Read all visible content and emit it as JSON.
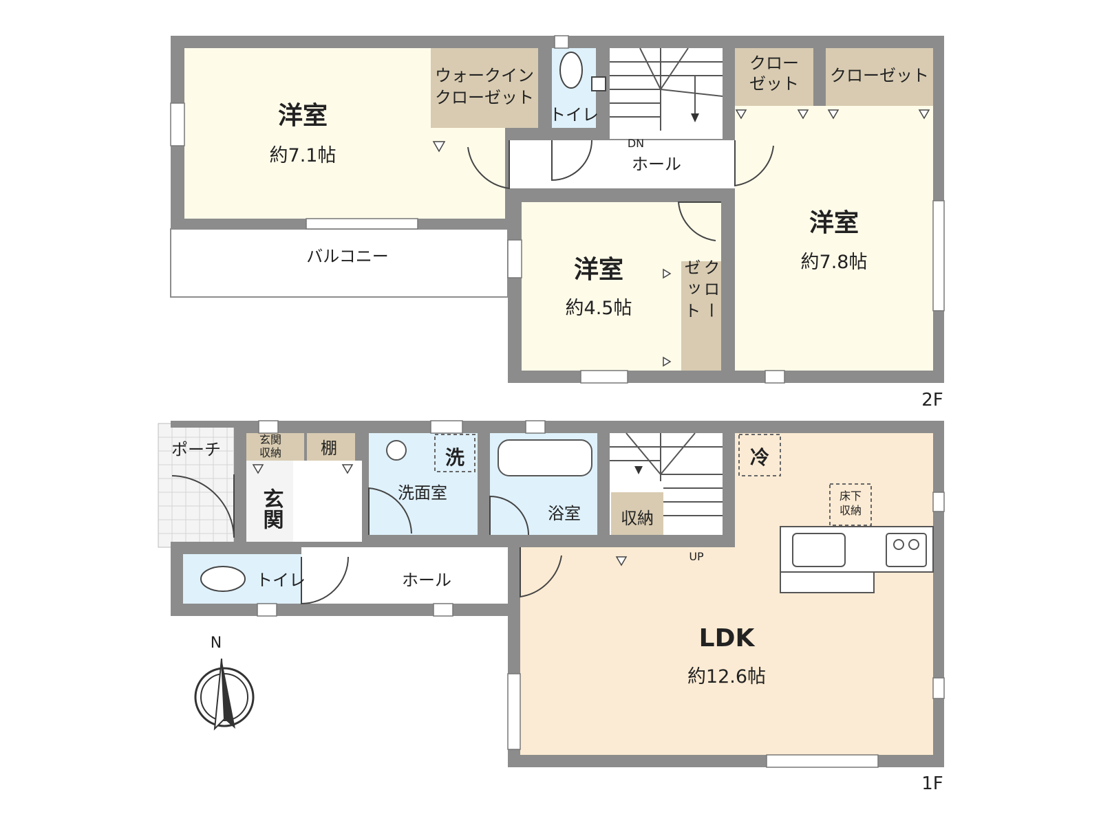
{
  "floors": {
    "upper": {
      "floor_label": "2F",
      "room_west": {
        "name": "洋室",
        "area": "約7.1帖"
      },
      "walk_in_closet": {
        "line1": "ウォークイン",
        "line2": "クローゼット"
      },
      "toilet": "トイレ",
      "stairs_label": "DN",
      "hall": "ホール",
      "closet_a": {
        "line1": "クロー",
        "line2": "ゼット"
      },
      "closet_b": "クローゼット",
      "room_east": {
        "name": "洋室",
        "area": "約7.8帖"
      },
      "room_center": {
        "name": "洋室",
        "area": "約4.5帖"
      },
      "closet_c": {
        "col1": "ゼ ッ ト",
        "col2": "ク ロ ー"
      },
      "balcony": "バルコニー"
    },
    "lower": {
      "floor_label": "1F",
      "porch": "ポーチ",
      "entrance_storage": {
        "line1": "玄関",
        "line2": "収納"
      },
      "shelf": "棚",
      "entrance": "玄関",
      "washer": "洗",
      "washroom": "洗面室",
      "bath": "浴室",
      "storage": "収納",
      "stairs_label": "UP",
      "fridge": "冷",
      "underfloor_storage": {
        "line1": "床下",
        "line2": "収納"
      },
      "ldk": {
        "name": "LDK",
        "area": "約12.6帖"
      },
      "toilet": "トイレ",
      "hall": "ホール"
    }
  },
  "compass": {
    "north_label": "N"
  },
  "colors": {
    "wall": "#8c8c8c",
    "western_room": "#fffbe9",
    "ldk": "#fcebd4",
    "wet_area": "#dff1fb",
    "closet": "#d8cbb1"
  }
}
